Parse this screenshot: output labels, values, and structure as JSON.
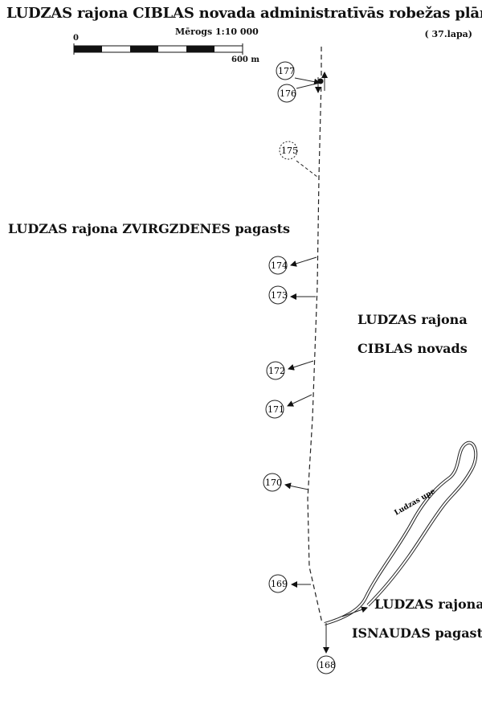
{
  "title": "LUDZAS rajona CIBLAS novada administratīvās robežas plāns",
  "sheet": "( 37.lapa)",
  "scale": {
    "label": "Mērogs 1:10 000",
    "start": "0",
    "end": "600 m"
  },
  "regions": {
    "west": "LUDZAS rajona ZVIRGZDENES pagasts",
    "east_line1": "LUDZAS rajona",
    "east_line2": "CIBLAS novads",
    "south_line1": "LUDZAS rajona",
    "south_line2": "ISNAUDAS pagasts"
  },
  "river": "Ludzas upe",
  "markers": [
    "177",
    "176",
    "175",
    "174",
    "173",
    "172",
    "171",
    "170",
    "169",
    "168"
  ],
  "colors": {
    "ink": "#111111",
    "paper": "#ffffff"
  }
}
